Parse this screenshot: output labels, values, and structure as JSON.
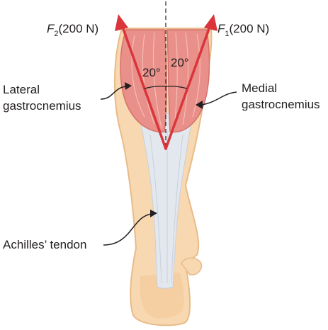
{
  "forces": {
    "f2": {
      "symbol": "F",
      "subscript": "2",
      "value": "(200 N)"
    },
    "f1": {
      "symbol": "F",
      "subscript": "1",
      "value": "(200 N)"
    }
  },
  "angles": {
    "left": "20°",
    "right": "20°"
  },
  "labels": {
    "lateral_line1": "Lateral",
    "lateral_line2": "gastrocnemius",
    "medial_line1": "Medial",
    "medial_line2": "gastrocnemius",
    "achilles": "Achilles’ tendon"
  },
  "colors": {
    "skin": "#f8d8b0",
    "skin_edge": "#e8bb8a",
    "muscle": "#e9908a",
    "muscle_light": "#f5bcb4",
    "tendon": "#e3e8ef",
    "tendon_line": "#c8d0dc",
    "arrow": "#d9353b",
    "text": "#231f20"
  }
}
